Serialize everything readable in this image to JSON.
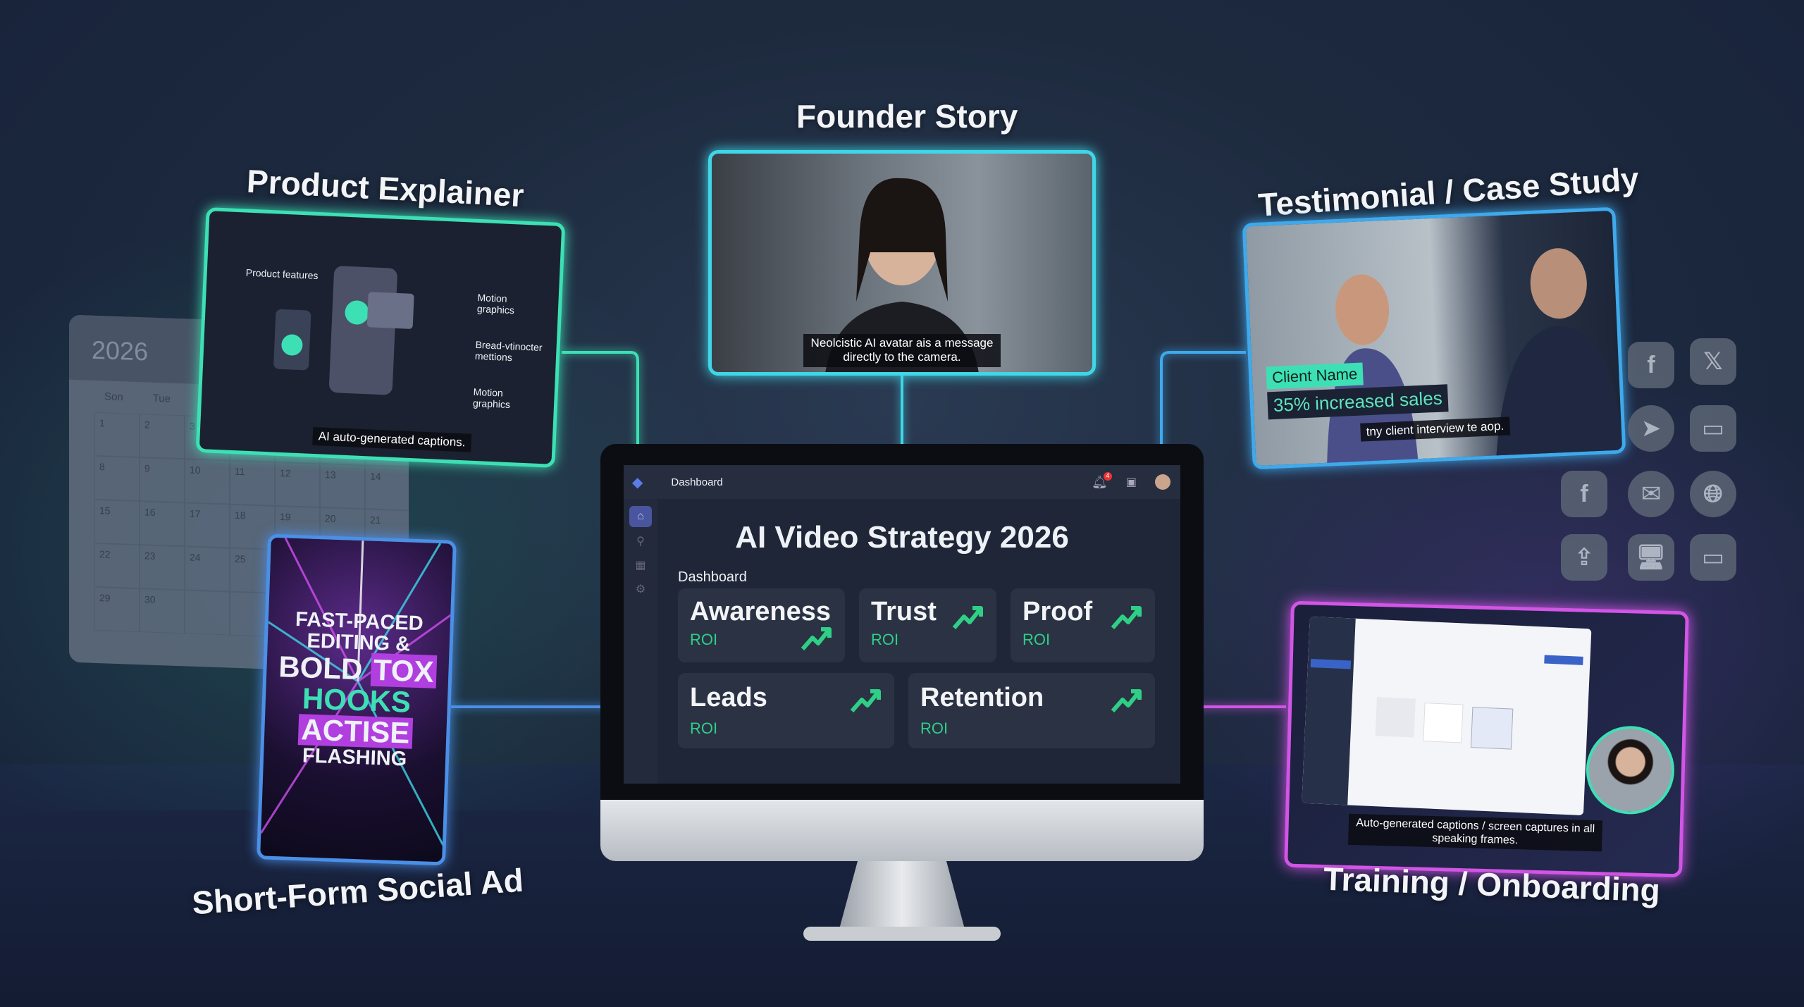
{
  "colors": {
    "explainer": "#3de0b4",
    "founder": "#3fd6e8",
    "testimonial": "#3fa9ec",
    "social": "#4b8fe6",
    "training": "#d255e6",
    "roi": "#2fcf86"
  },
  "sections": {
    "founder": {
      "title": "Founder Story",
      "caption": "Neolcistic AI avatar ais a message directly to the camera."
    },
    "explainer": {
      "title": "Product Explainer",
      "labels": [
        "Product features",
        "Motion graphics",
        "Bread-vtinocter mettions",
        "Motion graphics"
      ],
      "caption": "AI auto-generated captions."
    },
    "testimonial": {
      "title": "Testimonial / Case Study",
      "name_tag": "Client Name",
      "stat": "35% increased sales",
      "caption": "tny client interview te aop."
    },
    "social": {
      "title": "Short-Form Social Ad",
      "lines": [
        "FAST-PACED",
        "EDITING &",
        "BOLD",
        "TOX",
        "HOOKS",
        "ACTISE",
        "FLASHING"
      ]
    },
    "training": {
      "title": "Training / Onboarding",
      "caption": "Auto-generated captions / screen captures in all speaking frames."
    }
  },
  "calendar": {
    "year": "2026",
    "days": [
      "Son",
      "Tue"
    ],
    "dates": [
      "1",
      "2",
      "3",
      "",
      "",
      "",
      "",
      "8",
      "9",
      "10",
      "11",
      "12",
      "13",
      "14",
      "15",
      "16",
      "17",
      "18",
      "19",
      "20",
      "21",
      "22",
      "23",
      "24",
      "25",
      "",
      "",
      "",
      "29",
      "30",
      "",
      "",
      "",
      "",
      ""
    ]
  },
  "dashboard": {
    "nav_title": "Dashboard",
    "notification_count": "4",
    "title": "AI Video Strategy 2026",
    "subtitle": "Dashboard",
    "cards": [
      {
        "label": "Awareness",
        "metric": "ROI"
      },
      {
        "label": "Trust",
        "metric": "ROI"
      },
      {
        "label": "Proof",
        "metric": "ROI"
      },
      {
        "label": "Leads",
        "metric": "ROI"
      },
      {
        "label": "Retention",
        "metric": "ROI"
      }
    ]
  },
  "social_icons": [
    "facebook-icon",
    "x-icon",
    "telegram-icon",
    "browser-window-icon",
    "facebook-icon",
    "mail-icon",
    "globe-icon",
    "share-icon",
    "monitor-icon",
    "browser-window-icon"
  ]
}
